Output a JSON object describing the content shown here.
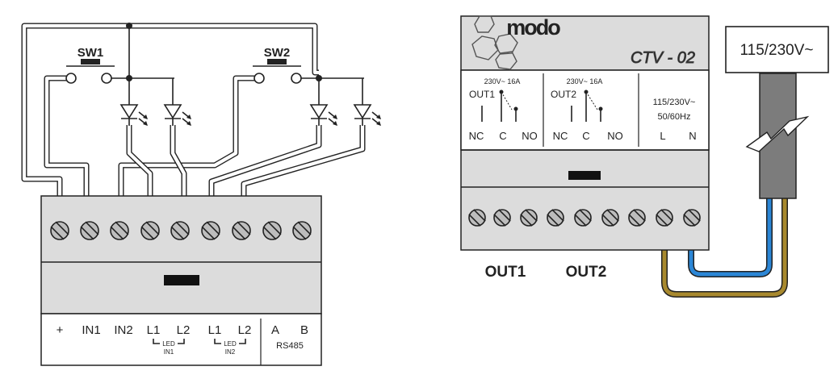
{
  "left_module": {
    "switches": [
      {
        "label": "SW1"
      },
      {
        "label": "SW2"
      }
    ],
    "terminal_labels": [
      "+",
      "IN1",
      "IN2",
      "L1",
      "L2",
      "L1",
      "L2",
      "A",
      "B"
    ],
    "sub_labels": {
      "led_in1": "LED",
      "in1": "IN1",
      "led_in2": "LED",
      "in2": "IN2",
      "rs485": "RS485"
    }
  },
  "right_module": {
    "brand_logo_text": "modo",
    "model": "CTV - 02",
    "out1": {
      "rating": "230V~ 16A",
      "name": "OUT1",
      "contacts": [
        "NC",
        "C",
        "NO"
      ]
    },
    "out2": {
      "rating": "230V~ 16A",
      "name": "OUT2",
      "contacts": [
        "NC",
        "C",
        "NO"
      ]
    },
    "power": {
      "voltage": "115/230V~",
      "frequency": "50/60Hz",
      "contacts": [
        "L",
        "N"
      ]
    },
    "bottom_labels": {
      "out1": "OUT1",
      "out2": "OUT2"
    },
    "supply_label": "115/230V~"
  },
  "colors": {
    "line": "#222222",
    "module_fill": "#dcdcdc",
    "blue_wire": "#2b86d6",
    "brown_wire": "#a8892e",
    "cable": "#7c7c7c"
  }
}
